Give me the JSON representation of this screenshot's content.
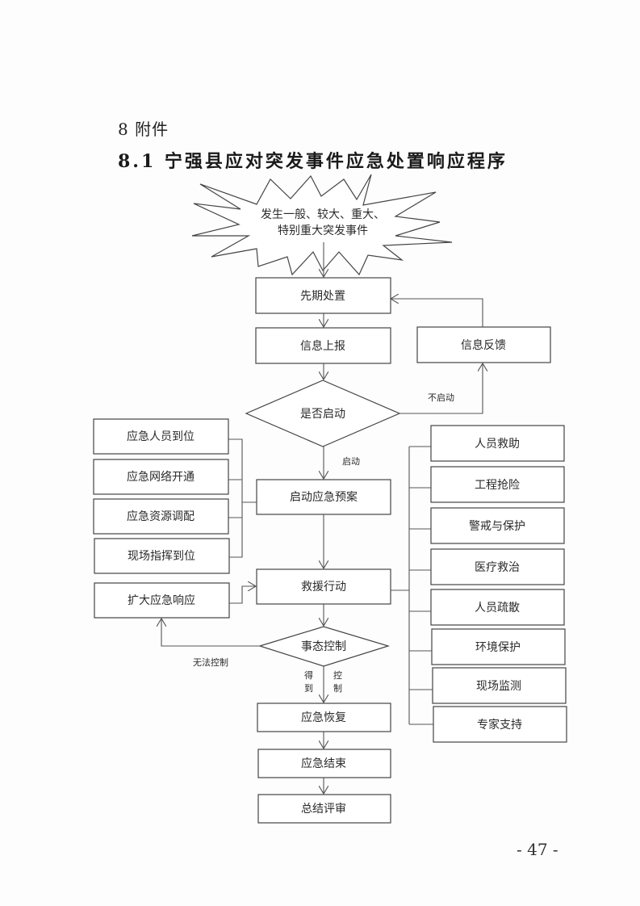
{
  "page": {
    "section_heading": "8 附件",
    "sub_heading": "8.1 宁强县应对突发事件应急处置响应程序",
    "page_number": "- 47 -"
  },
  "flowchart": {
    "start": {
      "line1": "发生一般、较大、重大、",
      "line2": "特别重大突发事件"
    },
    "main_steps": {
      "initial_handling": "先期处置",
      "info_report": "信息上报",
      "info_feedback": "信息反馈",
      "decision_start": "是否启动",
      "activate_plan": "启动应急预案",
      "rescue_action": "救援行动",
      "decision_control": "事态控制",
      "recovery": "应急恢复",
      "end": "应急结束",
      "review": "总结评审",
      "expand_response": "扩大应急响应"
    },
    "edge_labels": {
      "not_start": "不启动",
      "start": "启动",
      "uncontrollable": "无法控制",
      "controlled_left": [
        "得",
        "到"
      ],
      "controlled_right": [
        "控",
        "制"
      ]
    },
    "left_group": [
      "应急人员到位",
      "应急网络开通",
      "应急资源调配",
      "现场指挥到位"
    ],
    "right_group": [
      "人员救助",
      "工程抢险",
      "警戒与保护",
      "医疗救治",
      "人员疏散",
      "环境保护",
      "现场监测",
      "专家支持"
    ]
  }
}
